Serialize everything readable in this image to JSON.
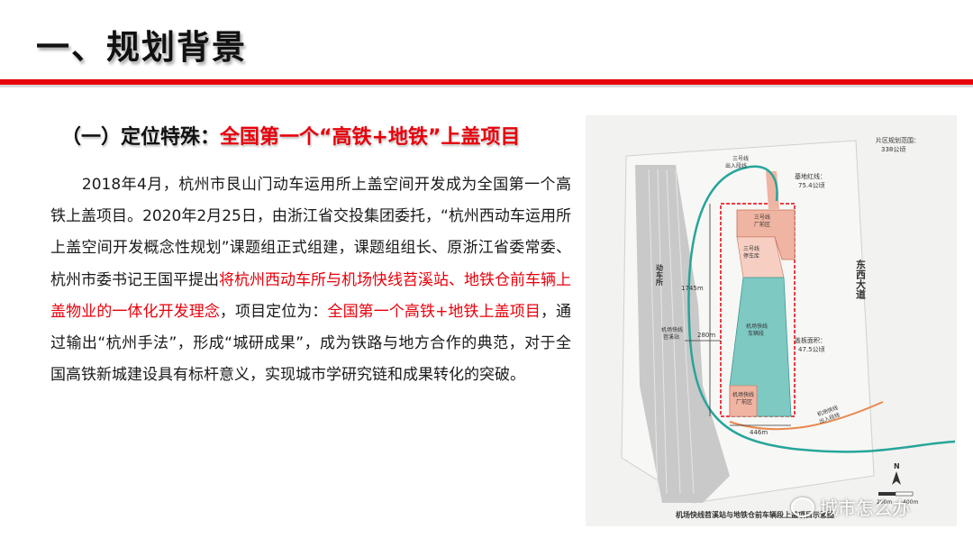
{
  "slide": {
    "title": "一、规划背景",
    "subheading_prefix": "（一）定位特殊：",
    "subheading_highlight": "全国第一个“高铁+地铁”上盖项目",
    "paragraph": {
      "part1": "　　2018年4月，杭州市艮山门动车运用所上盖空间开发成为全国第一个高铁上盖项目。2020年2月25日，由浙江省交投集团委托，“杭州西动车运用所上盖空间开发概念性规划”课题组正式组建，课题组组长、原浙江省委常委、杭州市委书记王国平提出",
      "part2_red": "将杭州西动车所与机场快线苕溪站、地铁仓前车辆上盖物业的一体化开发理念",
      "part3": "，项目定位为：",
      "part4_red": "全国第一个高铁+地铁上盖项目",
      "part5": "，通过输出“杭州手法”，形成“城研成果”，成为铁路与地方合作的典范，对于全国高铁新城建设具有标杆意义，实现城市学研究链和成果转化的突破。"
    }
  },
  "map": {
    "labels": {
      "area_range": "片区规划范围：",
      "area_range_value": "338公顷",
      "line3_exit": "三号线",
      "line3_exit2": "出入段线",
      "base_redline": "基地红线：",
      "base_redline_value": "75.4公顷",
      "line3_plant": "三号线",
      "line3_plant2": "厂前区",
      "line3_depot": "三号线",
      "line3_depot2": "停车库",
      "east_west_road": "东西大道",
      "emu_depot": "动车所",
      "dist_1745": "1745m",
      "dist_280": "280m",
      "dist_446": "446m",
      "airport_station": "机场快线",
      "airport_station2": "苕溪站",
      "airport_depot": "机场快线",
      "airport_depot2": "车辆段",
      "cover_area": "盖板面积：",
      "cover_area_value": "47.5公顷",
      "airport_plant": "机场快线",
      "airport_plant2": "厂前区",
      "airport_exit": "机场快线",
      "airport_exit2": "出入段线",
      "north": "N",
      "scale_200": "200m",
      "scale_400": "400m",
      "caption": "机场快线苕溪站与地铁仓前车辆段上盖项目示意图"
    }
  },
  "watermark": {
    "text": "城市怎么办"
  },
  "colors": {
    "accent_red": "#e8000b",
    "teal_depot": "#7fc9c3",
    "pink_plant": "#f0b4a2"
  }
}
